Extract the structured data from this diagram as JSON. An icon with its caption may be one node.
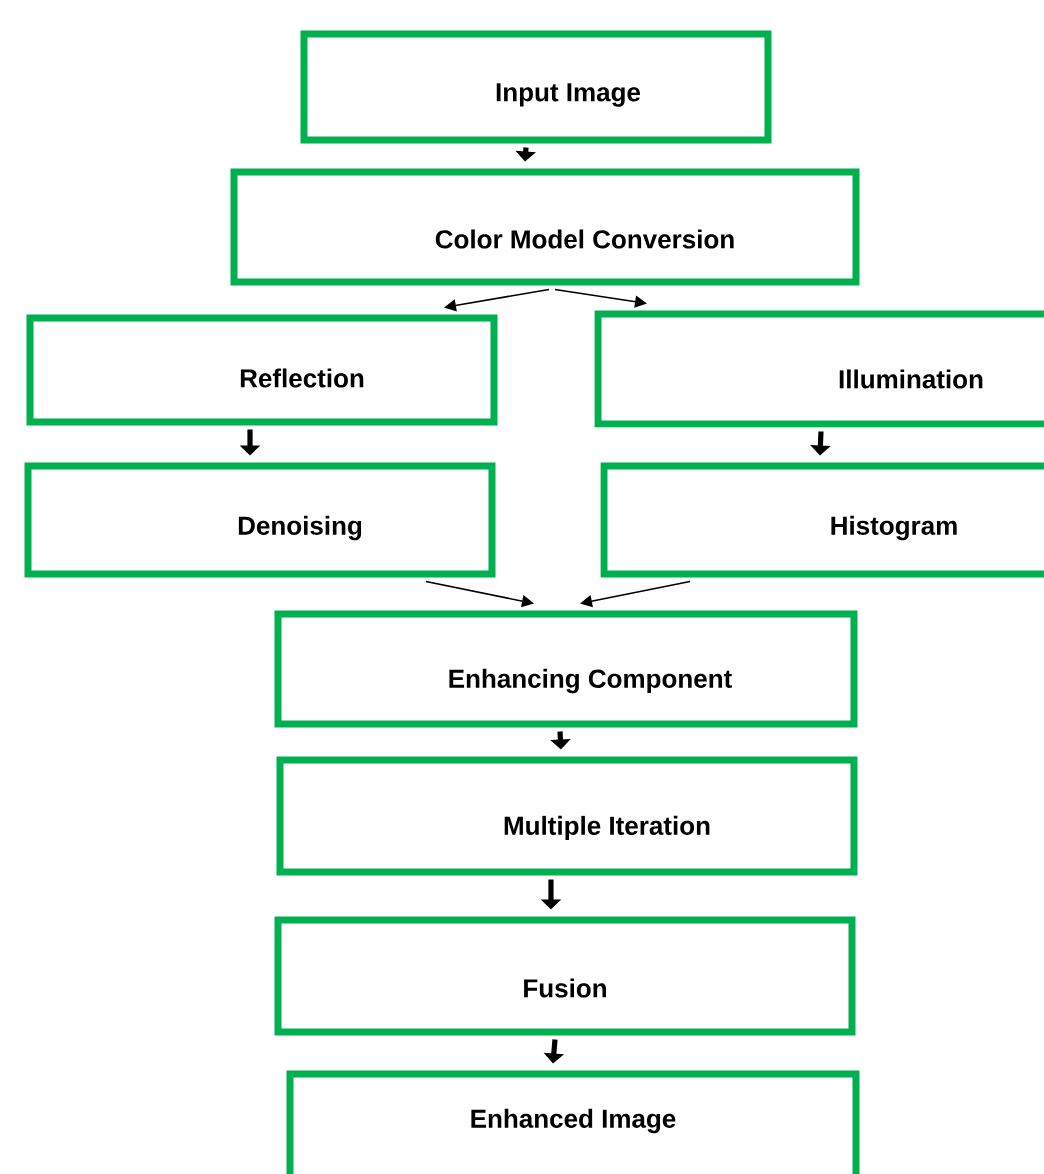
{
  "diagram": {
    "nodes": [
      {
        "text": [
          "Input Image"
        ]
      },
      {
        "text": [
          "Color Model Conversion"
        ]
      },
      {
        "text": [
          "Reflection"
        ]
      },
      {
        "text": [
          "Illumination"
        ]
      },
      {
        "text": [
          "Denoising"
        ]
      },
      {
        "text": [
          "Histogram"
        ]
      },
      {
        "text": [
          "Enhancing Component"
        ]
      },
      {
        "text": [
          "Multiple Iteration"
        ]
      },
      {
        "text": [
          "Fusion"
        ]
      },
      {
        "text": [
          "Enhanced Image"
        ]
      }
    ],
    "edges": [
      {
        "from": 0,
        "to": 1,
        "arrow": "to"
      },
      {
        "from": 1,
        "to": 2,
        "arrow": "to"
      },
      {
        "from": 1,
        "to": 3,
        "arrow": "to"
      },
      {
        "from": 2,
        "to": 4,
        "arrow": "to"
      },
      {
        "from": 3,
        "to": 5,
        "arrow": "to"
      },
      {
        "from": 4,
        "to": 6,
        "arrow": "to"
      },
      {
        "from": 5,
        "to": 6,
        "arrow": "to"
      },
      {
        "from": 6,
        "to": 7,
        "arrow": "to"
      },
      {
        "from": 7,
        "to": 8,
        "arrow": "to"
      },
      {
        "from": 8,
        "to": 9,
        "arrow": "to"
      }
    ]
  }
}
